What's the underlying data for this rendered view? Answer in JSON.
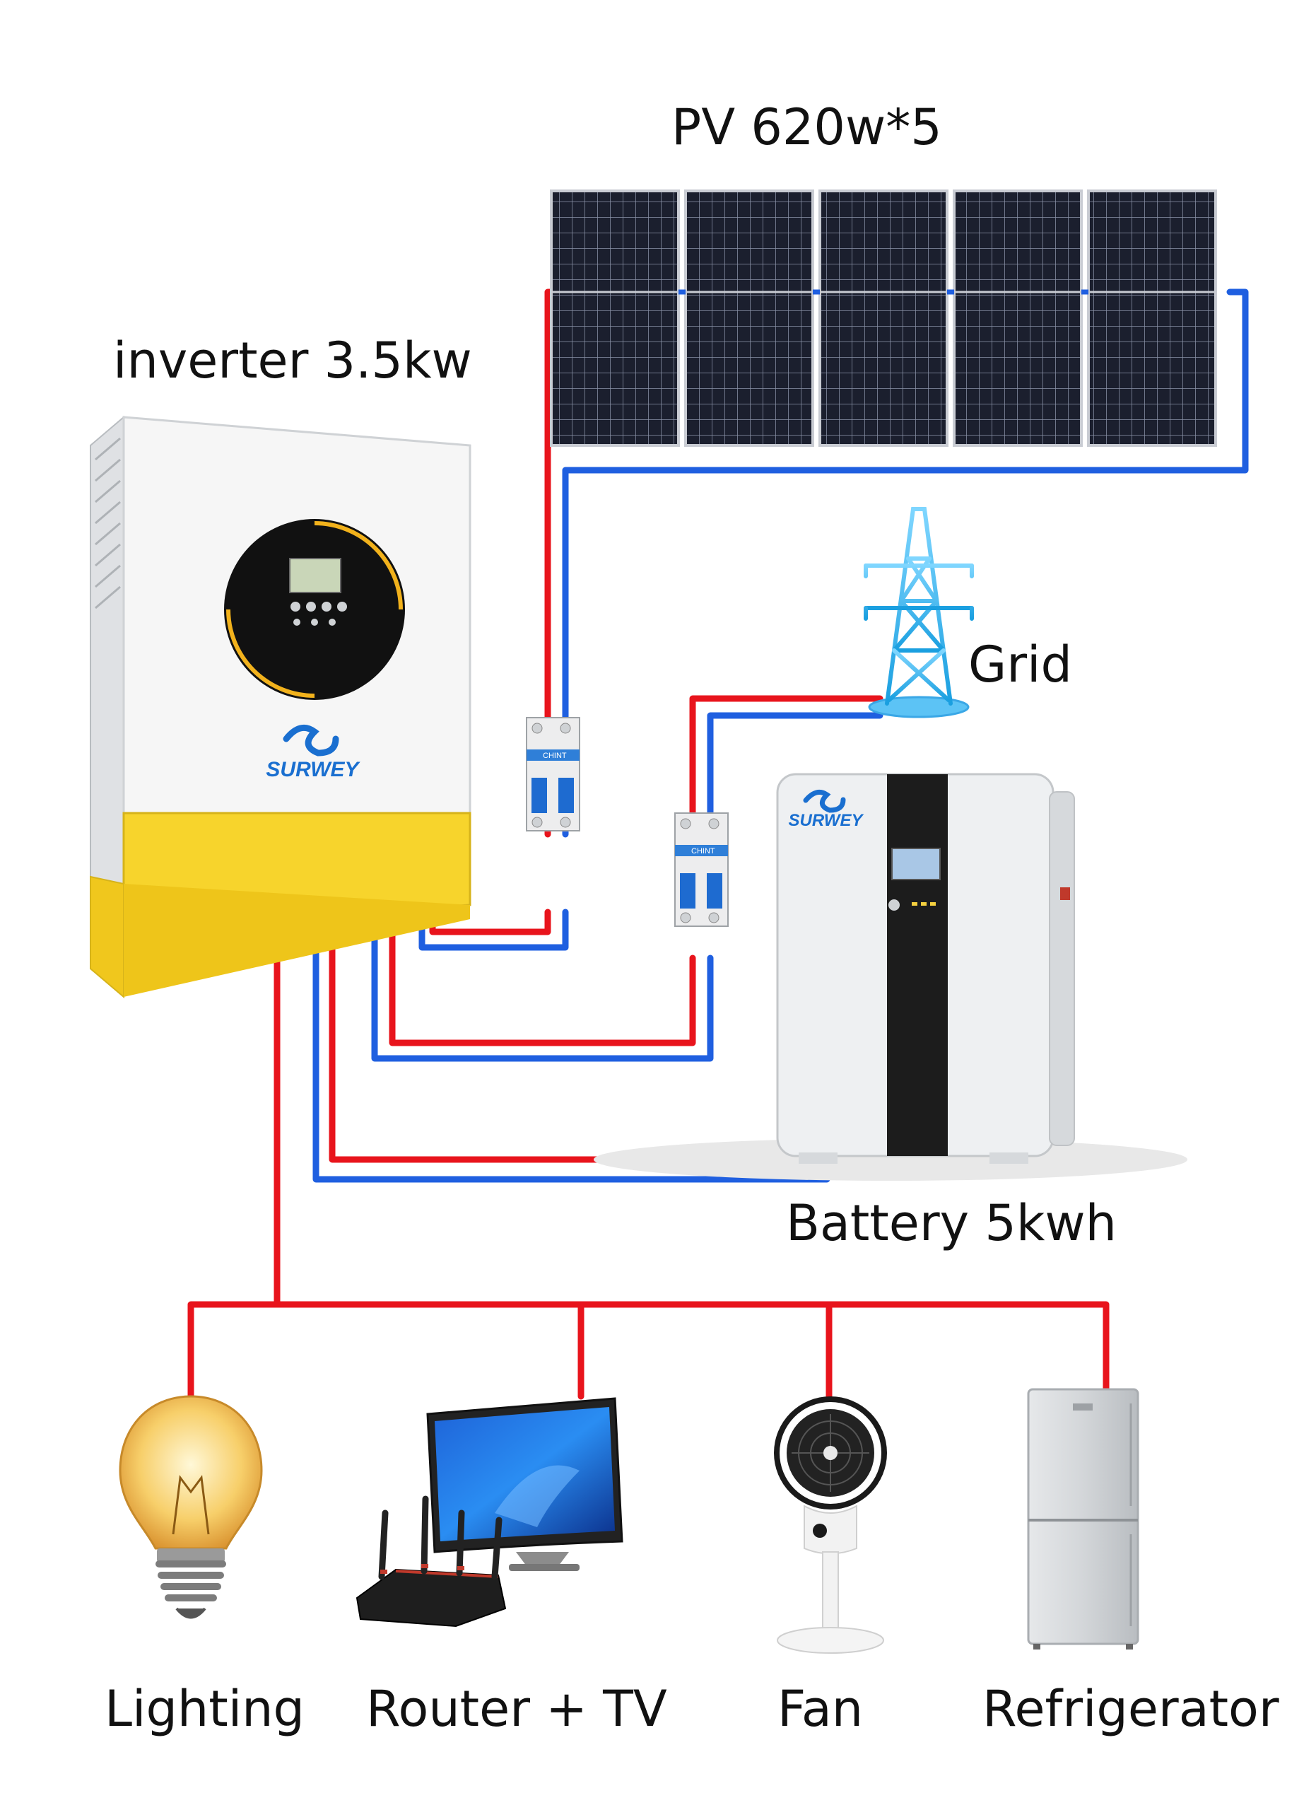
{
  "labels": {
    "pv": "PV 620w*5",
    "inverter": "inverter 3.5kw",
    "grid": "Grid",
    "battery": "Battery 5kwh",
    "lighting": "Lighting",
    "router_tv": "Router + TV",
    "fan": "Fan",
    "refrigerator": "Refrigerator"
  },
  "brand": {
    "logo_text": "SURWEY",
    "breaker_brand": "CHINT"
  },
  "colors": {
    "positive_wire": "#e8141c",
    "negative_wire": "#1f5fe0",
    "inverter_accent": "#f7d42c",
    "panel_dark": "#1b1f2e",
    "battery_stripe": "#1c1c1c"
  },
  "icons": {
    "solar_panel": "solar-panel-icon",
    "inverter": "inverter-icon",
    "grid": "transmission-tower-icon",
    "battery": "battery-icon",
    "breaker": "circuit-breaker-icon",
    "lighting": "light-bulb-icon",
    "router_tv": "router-tv-icon",
    "fan": "fan-icon",
    "refrigerator": "refrigerator-icon"
  }
}
